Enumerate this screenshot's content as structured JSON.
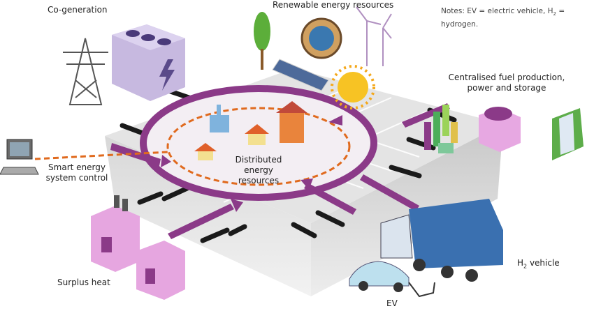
{
  "labels": {
    "cogeneration": "Co-generation",
    "renewable": "Renewable energy resources",
    "notes_prefix": "Notes: EV = electric vehicle, H",
    "notes_sub": "2",
    "notes_suffix": " = hydrogen.",
    "centralised_line1": "Centralised fuel production,",
    "centralised_line2": "power and storage",
    "smart_line1": "Smart energy",
    "smart_line2": "system control",
    "distributed_line1": "Distributed",
    "distributed_line2": "energy",
    "distributed_line3": "resources",
    "surplus_heat": "Surplus heat",
    "h2_prefix": "H",
    "h2_sub": "2",
    "h2_suffix": " vehicle",
    "ev": "EV"
  },
  "colors": {
    "ring": "#8b3a88",
    "dashed": "#e06a1e",
    "platform": "#dcdcdc",
    "pink": "#e9a3e3"
  }
}
